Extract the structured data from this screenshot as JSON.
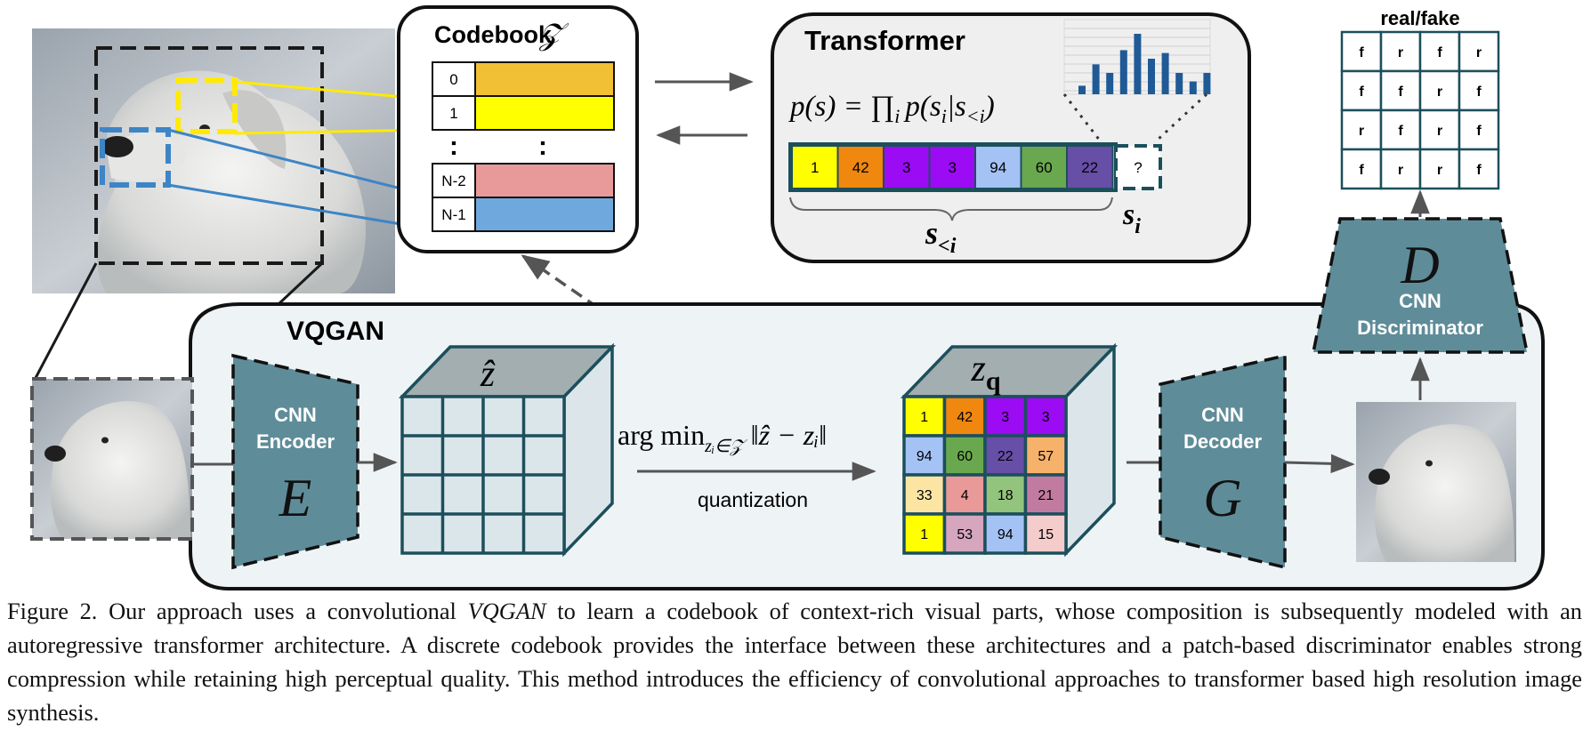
{
  "figure": {
    "codebook": {
      "title": "Codebook",
      "symbol": "𝒵",
      "indices": [
        "0",
        "1",
        "N-2",
        "N-1"
      ],
      "dots": ":",
      "colors": [
        "#f2c034",
        "#ffff00",
        "#e89a9a",
        "#6fa8dc"
      ]
    },
    "transformer": {
      "title": "Transformer",
      "formula_lhs": "p(s) = ∏",
      "formula_sub_i": "i",
      "formula_rhs": "p(s",
      "formula_cond": "|s",
      "formula_lt_i": "<i",
      "formula_close": ")",
      "sequence": [
        "1",
        "42",
        "3",
        "3",
        "94",
        "60",
        "22"
      ],
      "sequence_colors": [
        "#ffff00",
        "#f0870f",
        "#9b0bf4",
        "#9b0bf4",
        "#a4c2f4",
        "#6aa84f",
        "#674ea7"
      ],
      "query": "?",
      "s_label": "s",
      "s_lt_i": "<i",
      "si_label": "s",
      "si_sub": "i",
      "histogram": [
        0.12,
        0.42,
        0.3,
        0.62,
        0.85,
        0.5,
        0.58,
        0.3,
        0.18,
        0.3
      ]
    },
    "vqgan": {
      "title": "VQGAN",
      "encoder": {
        "line1": "CNN",
        "line2": "Encoder",
        "symbol": "E"
      },
      "decoder": {
        "line1": "CNN",
        "line2": "Decoder",
        "symbol": "G"
      },
      "zhat": "ẑ",
      "zq": "z",
      "zq_sub": "q",
      "argmin": "arg min",
      "argmin_sub": "zᵢ∈𝒵",
      "argmin_expr": "‖ẑ − zᵢ‖",
      "quantization": "quantization",
      "grid_values": [
        "1",
        "42",
        "3",
        "3",
        "94",
        "60",
        "22",
        "57",
        "33",
        "4",
        "18",
        "21",
        "1",
        "53",
        "94",
        "15"
      ],
      "grid_colors": [
        "#ffff00",
        "#f0870f",
        "#9b0bf4",
        "#9b0bf4",
        "#a4c2f4",
        "#6aa84f",
        "#674ea7",
        "#f6b26b",
        "#fce5a3",
        "#ea9999",
        "#93c47d",
        "#c27ba0",
        "#ffff00",
        "#d5a6bd",
        "#a4c2f4",
        "#f4cccc"
      ]
    },
    "discriminator": {
      "symbol": "D",
      "line1": "CNN",
      "line2": "Discriminator",
      "title": "real/fake",
      "grid": [
        "f",
        "r",
        "f",
        "r",
        "f",
        "f",
        "r",
        "f",
        "r",
        "f",
        "r",
        "f",
        "f",
        "r",
        "r",
        "f"
      ]
    }
  },
  "caption": {
    "label": "Figure 2. Our approach uses a convolutional",
    "emph": "VQGAN",
    "text": "to learn a codebook of context-rich visual parts, whose composition is subsequently modeled with an autoregressive transformer architecture.  A discrete codebook provides the interface between these architectures and a patch-based discriminator enables strong compression while retaining high perceptual quality.  This method introduces the efficiency of convolutional approaches to transformer based high resolution image synthesis."
  }
}
